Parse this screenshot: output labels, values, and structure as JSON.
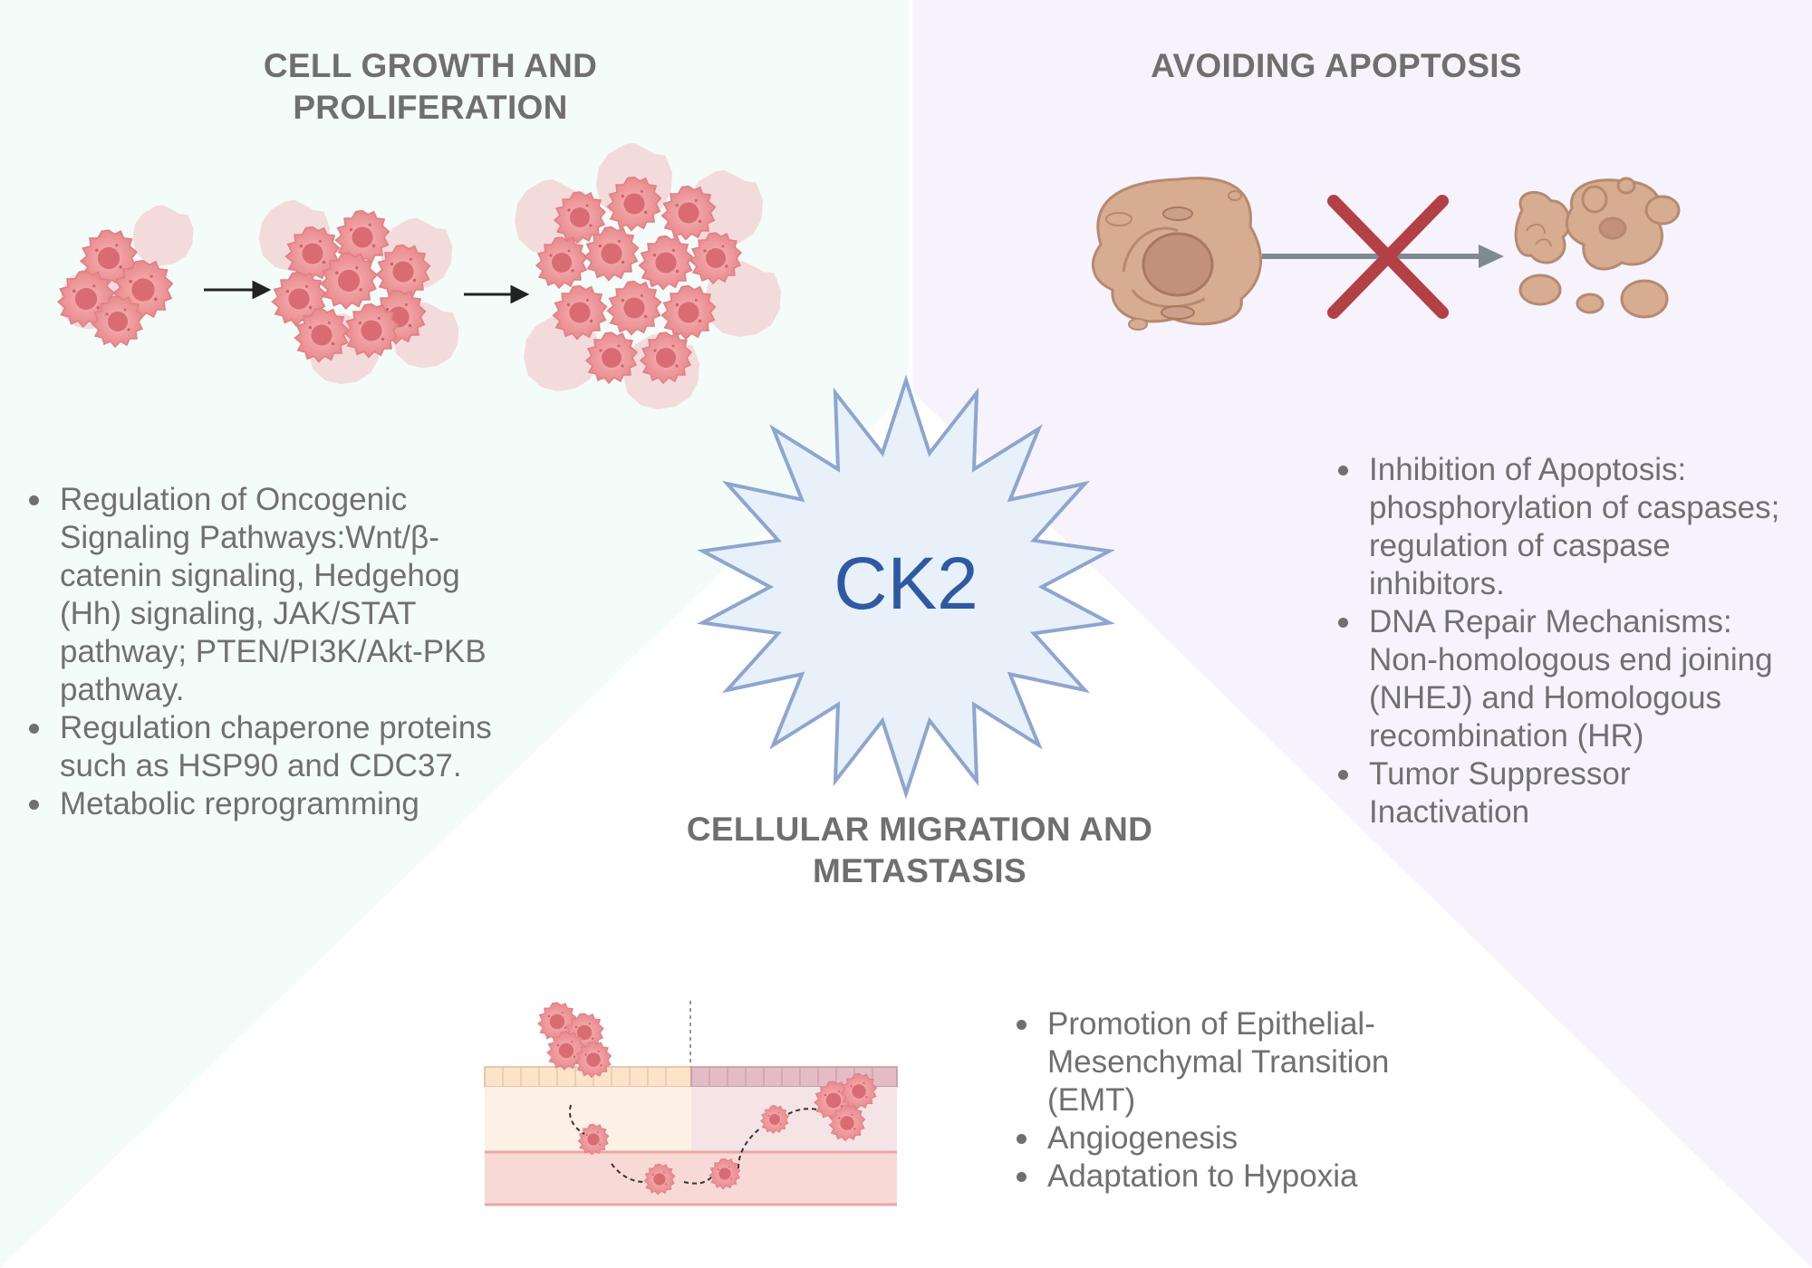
{
  "center": {
    "label": "CK2"
  },
  "growth": {
    "title": "CELL GROWTH AND PROLIFERATION",
    "bullets": [
      "Regulation of Oncogenic Signaling Pathways:Wnt/β-catenin signaling, Hedgehog (Hh) signaling, JAK/STAT pathway; PTEN/PI3K/Akt-PKB pathway.",
      "Regulation chaperone proteins such as HSP90 and CDC37.",
      "Metabolic reprogramming"
    ]
  },
  "apoptosis": {
    "title": "AVOIDING APOPTOSIS",
    "bullets": [
      "Inhibition of Apoptosis: phosphorylation of caspases; regulation of caspase inhibitors.",
      "DNA Repair Mechanisms: Non-homologous end joining (NHEJ) and Homologous recombination (HR)",
      "Tumor Suppressor Inactivation"
    ]
  },
  "migration": {
    "title": "CELLULAR MIGRATION AND METASTASIS",
    "bullets": [
      "Promotion of Epithelial-Mesenchymal Transition (EMT)",
      "Angiogenesis",
      "Adaptation to Hypoxia"
    ]
  },
  "colors": {
    "growth_bg": "#f3fcf8",
    "apoptosis_bg": "#f6f3fc",
    "migration_bg": "#ffffff",
    "star_fill": "#e8f0fa",
    "star_stroke": "#8ea6cf",
    "ck2_text": "#2f5aa3",
    "cell": "#e98d90",
    "apoptotic_cell": "#d6ad90",
    "cross": "#b34045"
  }
}
